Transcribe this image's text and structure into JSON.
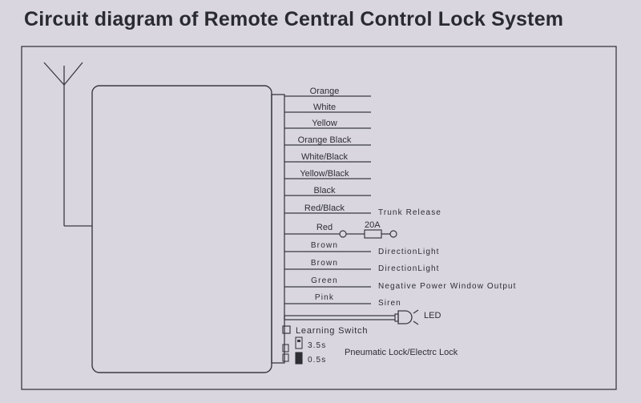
{
  "title": "Circuit diagram of Remote Central Control Lock System",
  "wires": [
    {
      "label": "Orange"
    },
    {
      "label": "White"
    },
    {
      "label": "Yellow"
    },
    {
      "label": "Orange Black"
    },
    {
      "label": "White/Black"
    },
    {
      "label": "Yellow/Black"
    },
    {
      "label": "Black"
    },
    {
      "label": "Red/Black",
      "function": "Trunk Release"
    },
    {
      "label": "Red",
      "fuse": "20A"
    },
    {
      "label": "Brown",
      "function": "DirectionLight"
    },
    {
      "label": "Brown",
      "function": "DirectionLight"
    },
    {
      "label": "Green",
      "function": "Negative Power Window Output"
    },
    {
      "label": "Pink",
      "function": "Siren"
    }
  ],
  "led": {
    "label": "LED"
  },
  "learning_switch": {
    "label": "Learning Switch"
  },
  "timing": {
    "option_a": "3.5s",
    "option_b": "0.5s",
    "label": "Pneumatic Lock/Electrc Lock"
  }
}
